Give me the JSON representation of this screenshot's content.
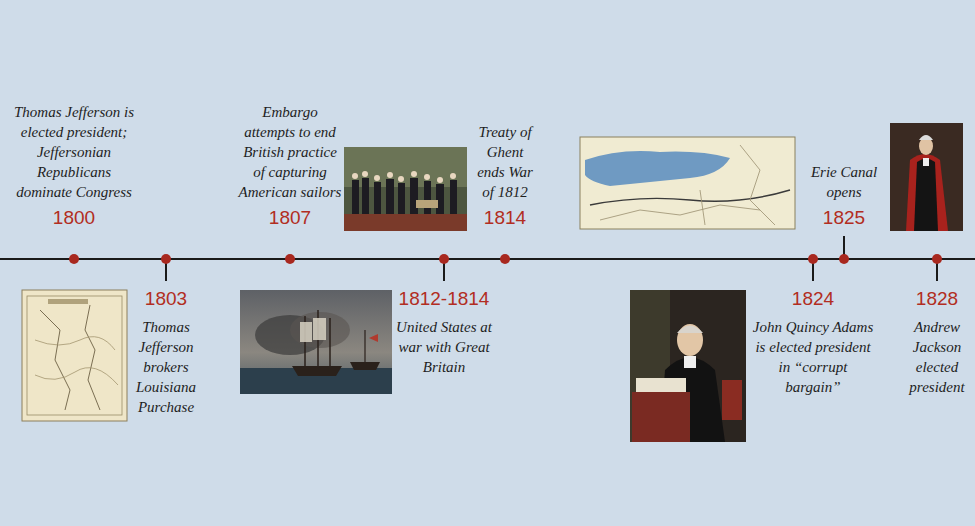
{
  "diagram": {
    "labels": [
      "Thomas Jefferson is elected president; Jeffersonian Republicans dominate Congress",
      "1800",
      "1803",
      "Thomas Jefferson brokers Louisiana Purchase",
      "Embargo attempts to end British practice of capturing American sailors",
      "1807",
      "1812-1814",
      "United States at war with Great Britain",
      "Treaty of Ghent ends War of 1812",
      "1814",
      "1824",
      "John Quincy Adams is elected president in “corrupt bargain”",
      "Erie Canal opens",
      "1825",
      "1828",
      "Andrew Jackson elected president"
    ]
  }
}
